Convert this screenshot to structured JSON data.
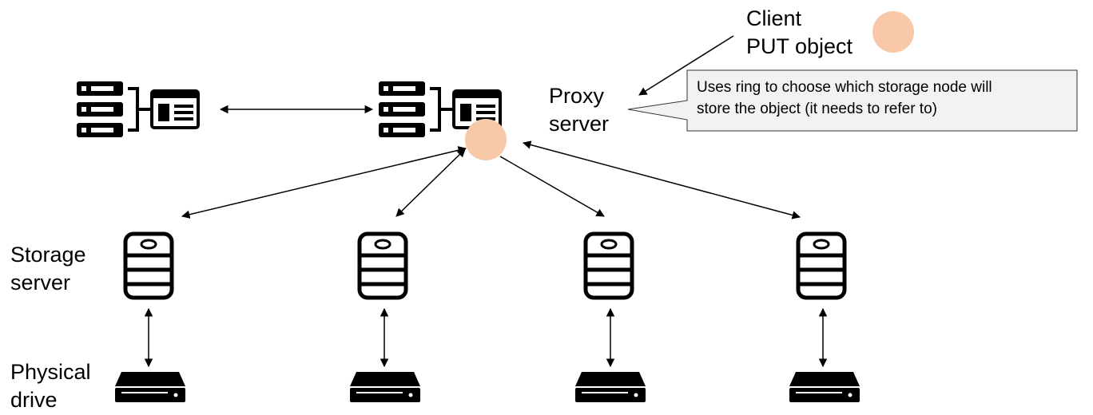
{
  "client": {
    "line1": "Client",
    "line2": "PUT object"
  },
  "proxy": {
    "line1": "Proxy",
    "line2": "server"
  },
  "callout": {
    "line1": "Uses ring to choose which storage node will",
    "line2": "store the object (it needs to refer to)"
  },
  "storage_label": {
    "line1": "Storage",
    "line2": "server"
  },
  "drive_label": {
    "line1": "Physical",
    "line2": "drive"
  },
  "colors": {
    "object_dot": "#f8c9a8",
    "callout_fill": "#f2f2f2",
    "icon": "#000000"
  },
  "icons": {
    "proxy_node": "server-rack-with-browser-icon",
    "storage_node": "database-icon",
    "drive": "hard-drive-icon",
    "object": "object-dot"
  }
}
